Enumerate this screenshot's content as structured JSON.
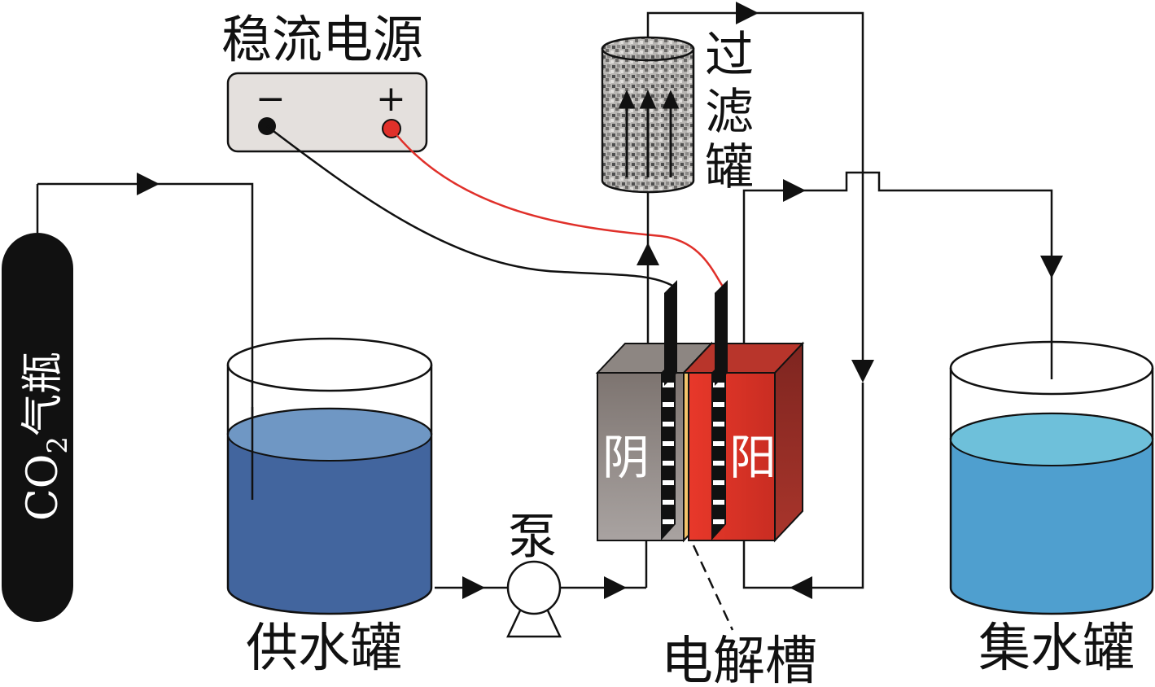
{
  "labels": {
    "power_supply": "稳流电源",
    "power_minus": "−",
    "power_plus": "+",
    "gas_bottle_formula": "CO",
    "gas_bottle_sub": "2",
    "gas_bottle_suffix": "气瓶",
    "supply_tank": "供水罐",
    "pump": "泵",
    "filter_tank": [
      "过",
      "滤",
      "罐"
    ],
    "cathode": "阴",
    "anode": "阳",
    "electrolyzer": "电解槽",
    "collect_tank": "集水罐"
  },
  "colors": {
    "line": "#111111",
    "red_wire": "#e0302a",
    "gas_bottle": "#111111",
    "supply_water_top": "#6f97c4",
    "supply_water_body": "#42659e",
    "collect_water_top": "#6ec0da",
    "collect_water_body": "#4f9fcf",
    "power_box": "#e4e0dd",
    "cathode_front": "#9a9390",
    "cathode_top": "#8d8682",
    "anode_front": "#e53a2c",
    "anode_side": "#8e2a22",
    "membrane": "#f4c46a",
    "filter_fill": "#b5b3b0"
  }
}
